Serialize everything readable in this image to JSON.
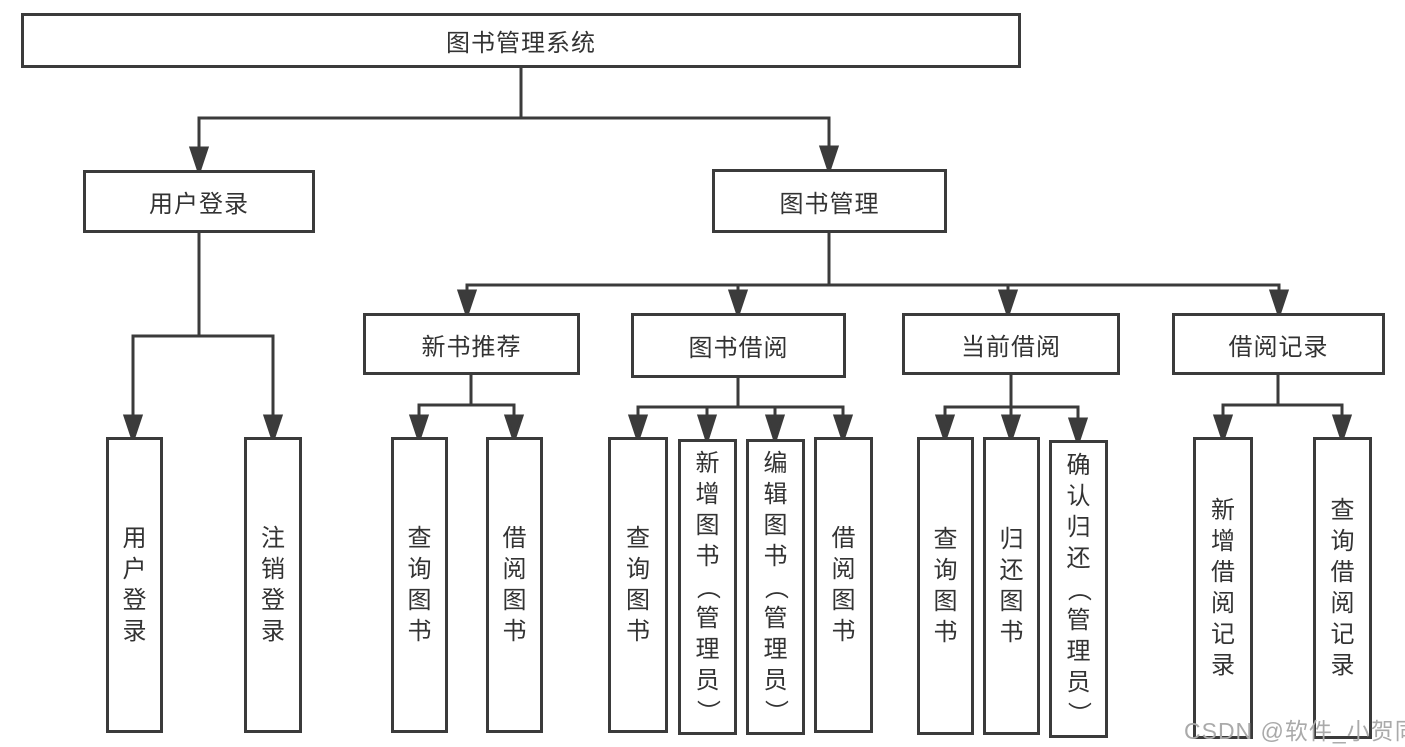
{
  "diagram": {
    "tree": {
      "label": "图书管理系统",
      "children": [
        {
          "label": "用户登录",
          "children": [
            {
              "label": "用户登录"
            },
            {
              "label": "注销登录"
            }
          ]
        },
        {
          "label": "图书管理",
          "children": [
            {
              "label": "新书推荐",
              "children": [
                {
                  "label": "查询图书"
                },
                {
                  "label": "借阅图书"
                }
              ]
            },
            {
              "label": "图书借阅",
              "children": [
                {
                  "label": "查询图书"
                },
                {
                  "label": "新增图书（管理员）"
                },
                {
                  "label": "编辑图书（管理员）"
                },
                {
                  "label": "借阅图书"
                }
              ]
            },
            {
              "label": "当前借阅",
              "children": [
                {
                  "label": "查询图书"
                },
                {
                  "label": "归还图书"
                },
                {
                  "label": "确认归还（管理员）"
                }
              ]
            },
            {
              "label": "借阅记录",
              "children": [
                {
                  "label": "新增借阅记录"
                },
                {
                  "label": "查询借阅记录"
                }
              ]
            }
          ]
        }
      ]
    }
  },
  "watermark": "CSDN @软件_小贺同学",
  "colors": {
    "line": "#3b3b3b",
    "text": "#333333",
    "background": "#ffffff",
    "watermark": "#aaaaaa"
  }
}
